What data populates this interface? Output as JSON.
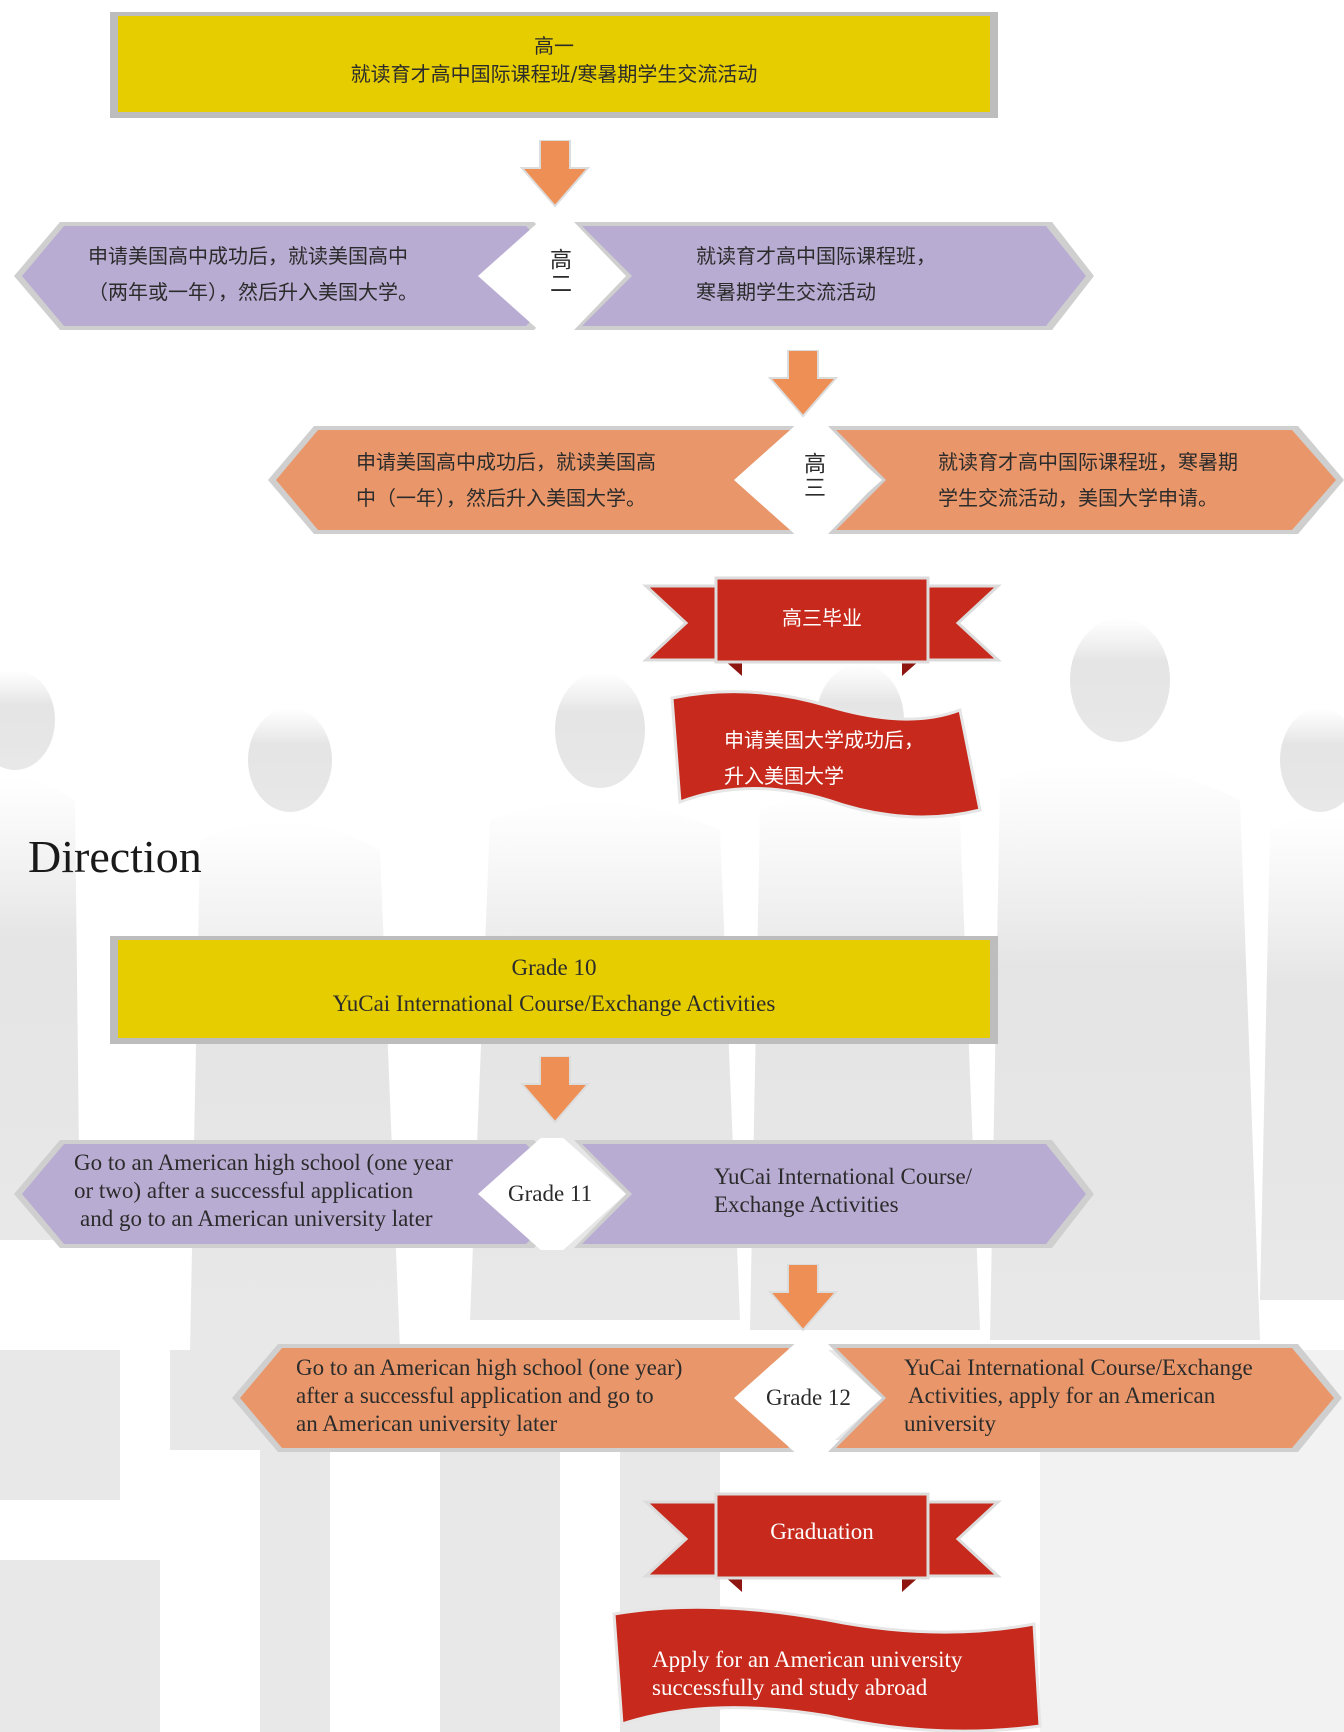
{
  "colors": {
    "yellow": "#e6cd00",
    "lavender": "#b9acd3",
    "orange": "#e9976a",
    "arrow": "#ee8f55",
    "ribbon_red": "#c72a1c",
    "ribbon_dark": "#8e1510"
  },
  "zh": {
    "g10_title": "高一",
    "g10_sub": "就读育才高中国际课程班/寒暑期学生交流活动",
    "g11_label": "高二",
    "g11_left_line1": "申请美国高中成功后，就读美国高中",
    "g11_left_line2": "（两年或一年），然后升入美国大学。",
    "g11_right_line1": "就读育才高中国际课程班，",
    "g11_right_line2": "寒暑期学生交流活动",
    "g12_label": "高三",
    "g12_left_line1": "申请美国高中成功后，就读美国高",
    "g12_left_line2": "中（一年），然后升入美国大学。",
    "g12_right_line1": "就读育才高中国际课程班，寒暑期",
    "g12_right_line2": "学生交流活动，美国大学申请。",
    "grad_label": "高三毕业",
    "flag_line1": "申请美国大学成功后，",
    "flag_line2": "升入美国大学"
  },
  "direction_title": "Direction",
  "en": {
    "g10_title": "Grade 10",
    "g10_sub": "YuCai International Course/Exchange Activities",
    "g11_label": "Grade 11",
    "g11_left_line1": "Go to an American high school (one year",
    "g11_left_line2": "or two) after a successful application",
    "g11_left_line3": "and go to an American university later",
    "g11_right_line1": "YuCai International Course/",
    "g11_right_line2": "Exchange Activities",
    "g12_label": "Grade 12",
    "g12_left_line1": "Go to an American high school (one year)",
    "g12_left_line2": "after a successful application and go to",
    "g12_left_line3": "an American university later",
    "g12_right_line1": "YuCai International Course/Exchange",
    "g12_right_line2": "Activities, apply for an American",
    "g12_right_line3": "university",
    "grad_label": "Graduation",
    "flag_line1": "Apply for an American university",
    "flag_line2": "successfully and study abroad"
  }
}
